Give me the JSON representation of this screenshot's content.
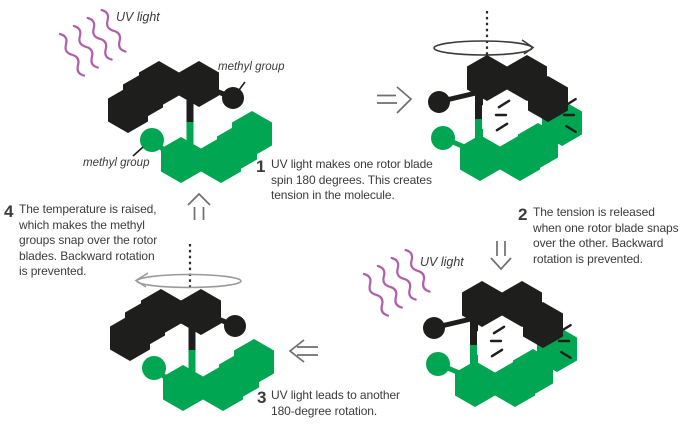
{
  "colors": {
    "background": "#FFFFFF",
    "green": "#00A651",
    "ink": "#1E1E1C",
    "purple": "#B05FA8",
    "text": "#3B3B3A",
    "arrow_gray": "#6F6F6F",
    "axis_dark": "#3A3A3A",
    "arc_gray": "#9A9A9A"
  },
  "labels": {
    "uv_light": "UV light",
    "methyl_group": "methyl group"
  },
  "steps": [
    {
      "number": "1",
      "text": "UV light makes one rotor blade\nspin 180 degrees. This creates\ntension in the molecule."
    },
    {
      "number": "2",
      "text": "The tension is released\nwhen one rotor blade snaps\nover the other. Backward\nrotation is prevented."
    },
    {
      "number": "3",
      "text": "UV light leads to another\n180-degree rotation."
    },
    {
      "number": "4",
      "text": "The temperature is raised,\nwhich makes the methyl\ngroups snap over the rotor\nblades. Backward rotation\nis prevented."
    }
  ],
  "icons": {
    "uv_waves": "wavy-lines",
    "rotation_axis": "dashed-vertical-line",
    "rotation_arrow_top_right": "ellipse-arrow-right",
    "rotation_arrow_bottom_left": "ellipse-arrow-left",
    "step_flow_right": "open-arrow-right",
    "step_flow_down": "open-arrow-down",
    "step_flow_left": "open-arrow-left",
    "step_flow_up": "open-arrow-up",
    "tension_marks": "strain-slashes",
    "methyl_group_marker": "filled-circle",
    "rotor_blade": "fused-hexagons"
  }
}
